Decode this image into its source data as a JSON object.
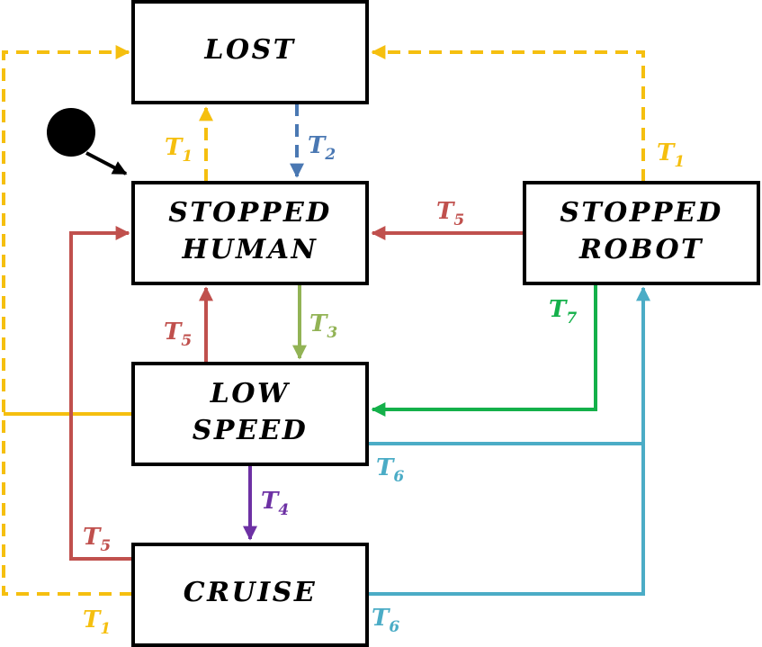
{
  "states": {
    "lost": {
      "lines": [
        "LOST"
      ]
    },
    "stopped_human": {
      "lines": [
        "STOPPED",
        "HUMAN"
      ]
    },
    "stopped_robot": {
      "lines": [
        "STOPPED",
        "ROBOT"
      ]
    },
    "low_speed": {
      "lines": [
        "LOW",
        "SPEED"
      ]
    },
    "cruise": {
      "lines": [
        "CRUISE"
      ]
    }
  },
  "transitions": {
    "t1": {
      "letter": "T",
      "sub": "1",
      "color": "#f5bf0f"
    },
    "t2": {
      "letter": "T",
      "sub": "2",
      "color": "#4a78b3"
    },
    "t3": {
      "letter": "T",
      "sub": "3",
      "color": "#92b355"
    },
    "t4": {
      "letter": "T",
      "sub": "4",
      "color": "#6d31a4"
    },
    "t5": {
      "letter": "T",
      "sub": "5",
      "color": "#c0504d"
    },
    "t6": {
      "letter": "T",
      "sub": "6",
      "color": "#4bacc6"
    },
    "t7": {
      "letter": "T",
      "sub": "7",
      "color": "#14b04a"
    }
  },
  "initial_arrow_color": "#000000"
}
